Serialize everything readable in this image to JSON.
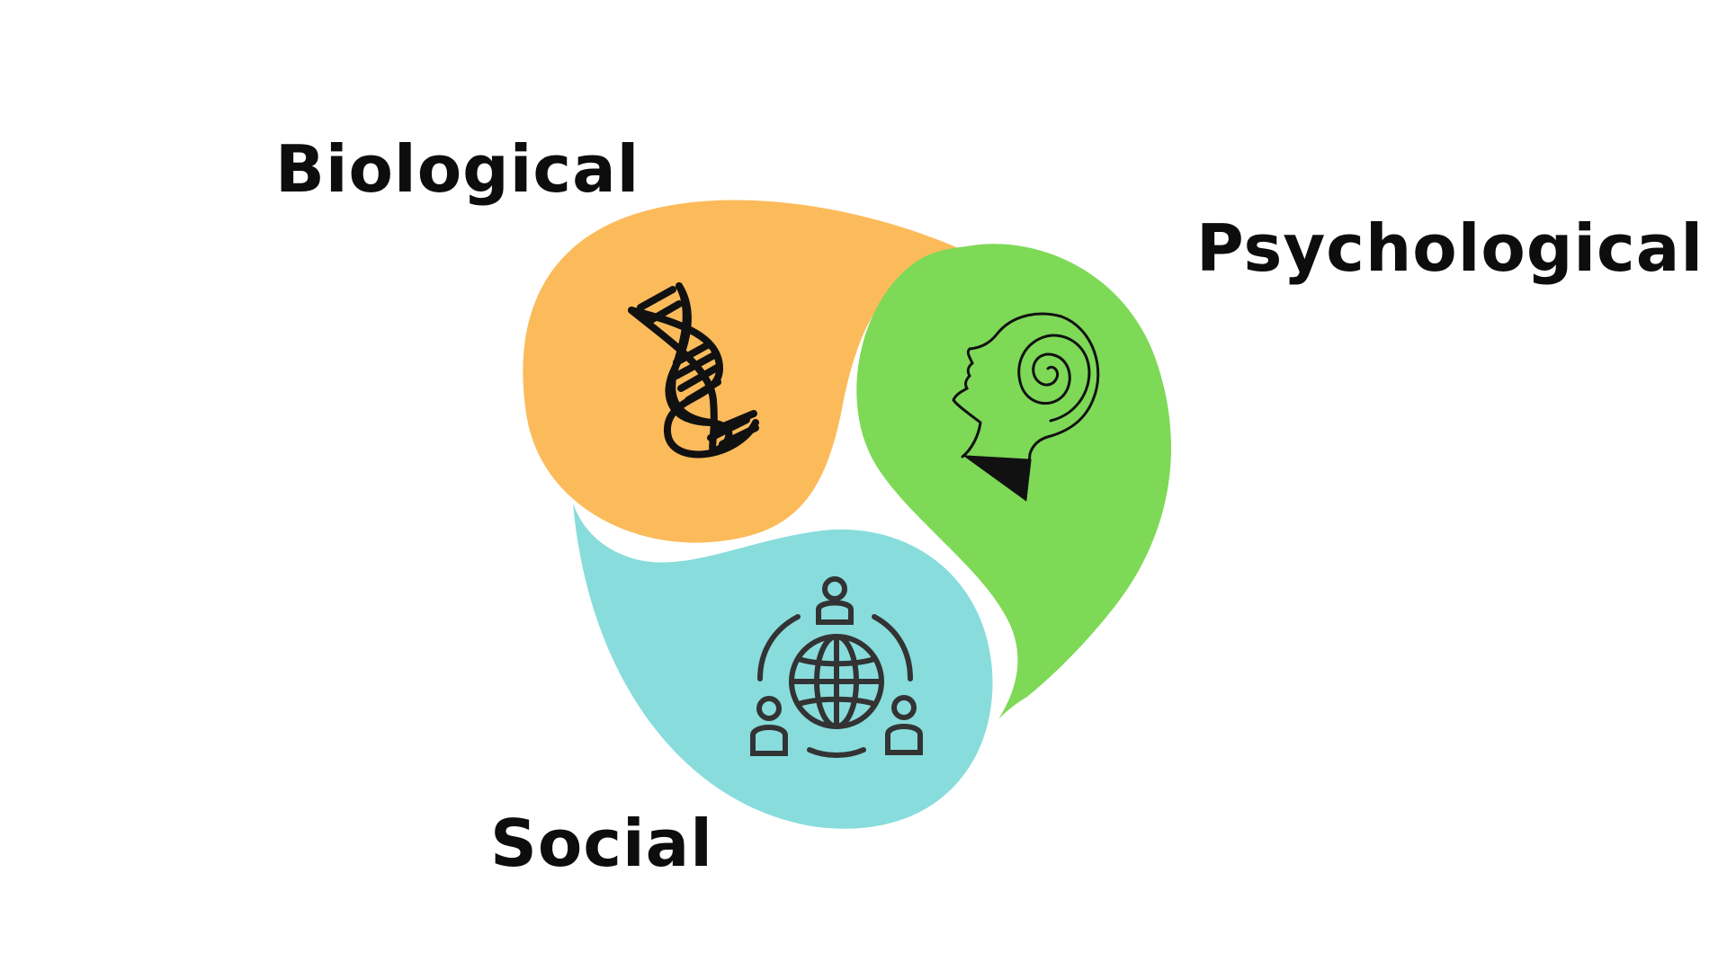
{
  "labels": {
    "biological": "Biological",
    "psychological": "Psychological",
    "social": "Social"
  },
  "colors": {
    "biological": "#FCBB5B",
    "psychological": "#7ED957",
    "social": "#88DCDC",
    "icon": "#111111",
    "text": "#0d0d0d"
  },
  "icons": {
    "biological": "dna-icon",
    "psychological": "head-spiral-icon",
    "social": "people-globe-icon"
  }
}
